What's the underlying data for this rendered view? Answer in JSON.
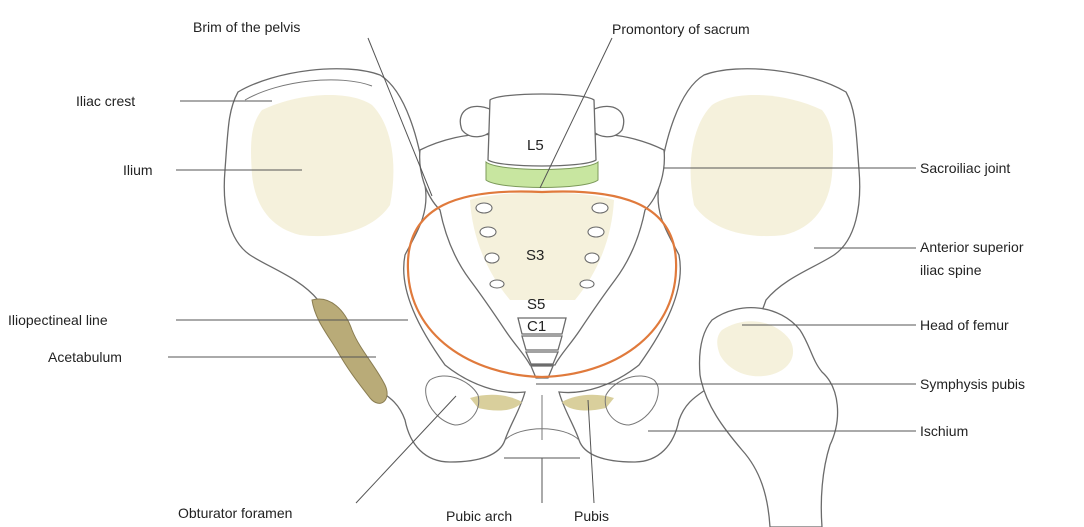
{
  "labels": {
    "brim_of_pelvis": "Brim of the pelvis",
    "promontory_of_sacrum": "Promontory of sacrum",
    "iliac_crest": "Iliac crest",
    "ilium": "Ilium",
    "sacroiliac_joint": "Sacroiliac joint",
    "anterior_superior_line1": "Anterior superior",
    "anterior_superior_line2": "iliac spine",
    "iliopectineal_line": "Iliopectineal line",
    "head_of_femur": "Head of femur",
    "acetabulum": "Acetabulum",
    "symphysis_pubis": "Symphysis pubis",
    "ischium": "Ischium",
    "obturator_foramen": "Obturator foramen",
    "pubic_arch": "Pubic arch",
    "pubis": "Pubis"
  },
  "vertebrae": {
    "l5": "L5",
    "s3": "S3",
    "s5": "S5",
    "c1": "C1"
  },
  "colors": {
    "pelvic_brim_outline": "#e07a3c",
    "l5_disc": "#c8e6a0",
    "acetabulum_shade": "#b9ab78",
    "bone_outline": "#6b6b6b",
    "bone_shade": "#f5f1dc"
  }
}
